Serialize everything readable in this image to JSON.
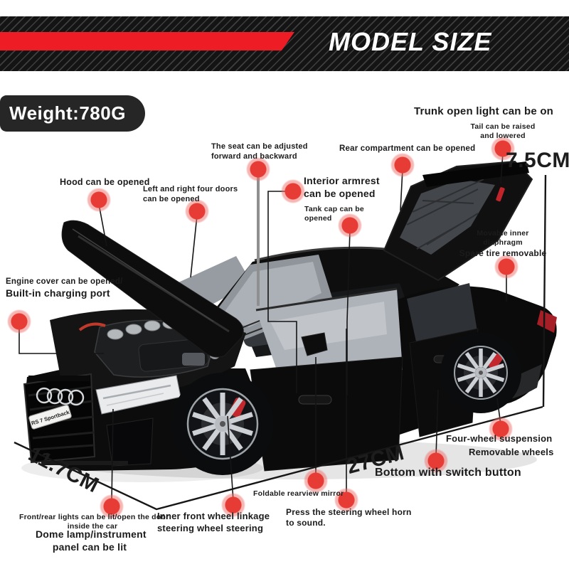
{
  "banner": {
    "title": "MODEL SIZE"
  },
  "weight": {
    "label": "Weight:780G"
  },
  "car": {
    "plate": "RS 7 Sportback"
  },
  "dimensions": {
    "height": "7.5CM",
    "length": "27CM",
    "width": "11.7CM"
  },
  "callouts": {
    "hood": {
      "text": "Hood can be opened"
    },
    "doors": {
      "line1": "Left and right four doors",
      "line2": "can be opened"
    },
    "seat": {
      "line1": "The seat can be adjusted",
      "line2": "forward and backward"
    },
    "rear_compartment": {
      "text": "Rear compartment can be opened"
    },
    "trunk_light": {
      "text": "Trunk open light can be on"
    },
    "tail": {
      "line1": "Tail can be raised",
      "line2": "and lowered"
    },
    "armrest": {
      "line1": "Interior armrest",
      "line2": "can be opened"
    },
    "tank_cap": {
      "line1": "Tank cap can be",
      "line2": "opened"
    },
    "diaphragm": {
      "line1": "Movable inner",
      "line2": "diaphragm",
      "line3": "Spare tire removable"
    },
    "engine_cover": {
      "line1": "Engine cover can be opened/",
      "line2": "Built-in charging port"
    },
    "front_lights": {
      "line1": "Front/rear lights can be lit/open the door",
      "line2": "inside the car"
    },
    "dome_lamp": {
      "line1": "Dome lamp/instrument",
      "line2": "panel can be lit"
    },
    "inner_wheel": {
      "line1": "Inner front wheel linkage",
      "line2": "steering wheel steering"
    },
    "mirror": {
      "text": "Foldable rearview mirror"
    },
    "horn": {
      "line1": "Press the steering wheel horn",
      "line2": "to sound."
    },
    "bottom_switch": {
      "text": "Bottom with switch button"
    },
    "suspension": {
      "text": "Four-wheel suspension"
    },
    "wheels": {
      "text": "Removable wheels"
    }
  },
  "colors": {
    "accent_red": "#ee1c25",
    "dot_red": "#e63c35",
    "banner_black": "#141414",
    "label_text": "#1b1b1b",
    "car_body": "#0c0c0c"
  }
}
